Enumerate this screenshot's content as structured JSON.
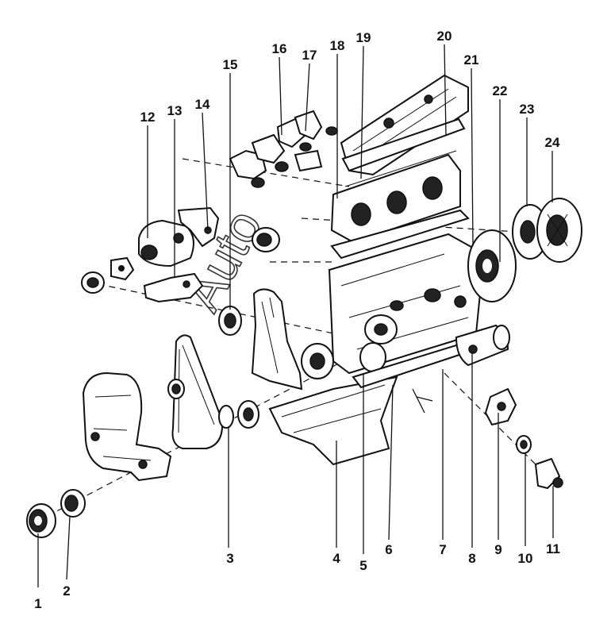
{
  "diagram": {
    "watermark": "Auto",
    "callouts": [
      "1",
      "2",
      "3",
      "4",
      "5",
      "6",
      "7",
      "8",
      "9",
      "10",
      "11",
      "12",
      "13",
      "14",
      "15",
      "16",
      "17",
      "18",
      "19",
      "20",
      "21",
      "22",
      "23",
      "24"
    ]
  }
}
